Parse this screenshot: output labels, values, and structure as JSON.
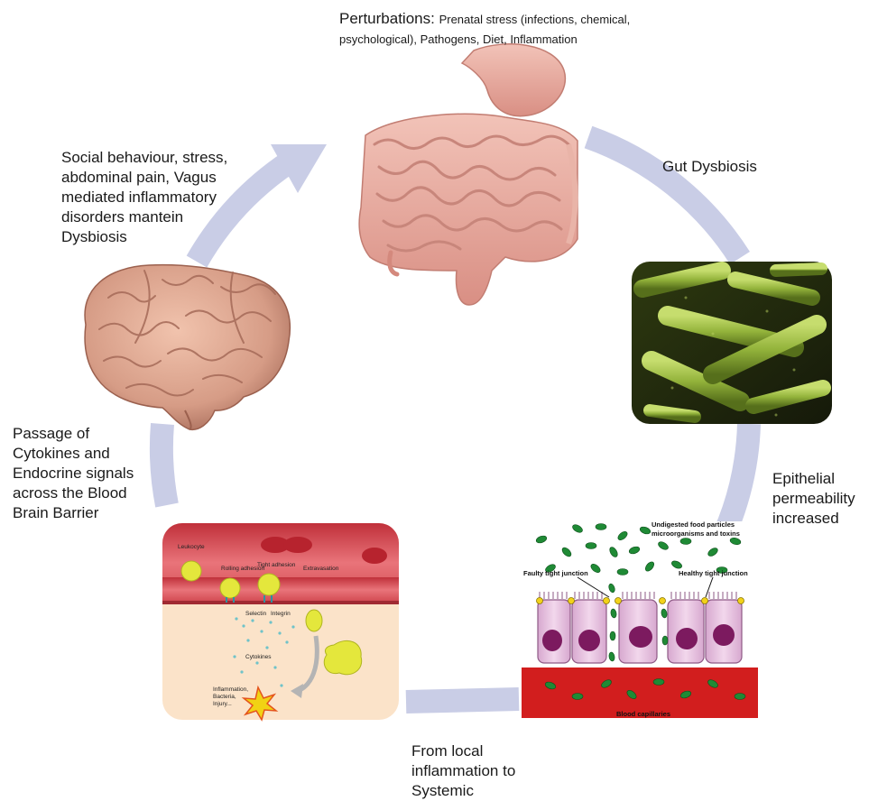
{
  "labels": {
    "perturbations_heading": "Perturbations:",
    "perturbations_detail_1": "Prenatal stress (infections, chemical,",
    "perturbations_detail_2": "psychological), Pathogens, Diet, Inflammation",
    "gut_dysbiosis": "Gut Dysbiosis",
    "epithelial_1": "Epithelial",
    "epithelial_2": "permeability",
    "epithelial_3": "increased",
    "local_1": "From local",
    "local_2": "inflammation to",
    "local_3": "Systemic",
    "bbb_1": "Passage of",
    "bbb_2": "Cytokines and",
    "bbb_3": "Endocrine signals",
    "bbb_4": "across the Blood",
    "bbb_5": "Brain Barrier",
    "social_1": "Social behaviour, stress,",
    "social_2": "abdominal pain, Vagus",
    "social_3": "mediated inflammatory",
    "social_4": "disorders mantein",
    "social_5": "Dysbiosis"
  },
  "vessel_panel": {
    "leukocyte": "Leukocyte",
    "rolling": "Rolling adhesion",
    "tight": "Tight adhesion",
    "extravasation": "Extravasation",
    "selectin": "Selectin",
    "integrin": "Integrin",
    "cytokines": "Cytokines",
    "inflammation_1": "Inflammation,",
    "inflammation_2": "Bacteria,",
    "inflammation_3": "Injury..."
  },
  "epithelium_panel": {
    "undigested_1": "Undigested food particles",
    "undigested_2": "microorganisms and toxins",
    "faulty": "Faulty tight junction",
    "healthy": "Healthy tight junction",
    "capillaries": "Blood capillaries"
  },
  "colors": {
    "cycle_arrow": "#c9cde6",
    "gut": "#e8a59a",
    "bacteria": "#8fae3e",
    "brain": "#d9a08a",
    "vessel": "#d9484a",
    "cells": "#e6bfdc",
    "blood": "#d21e1e"
  }
}
